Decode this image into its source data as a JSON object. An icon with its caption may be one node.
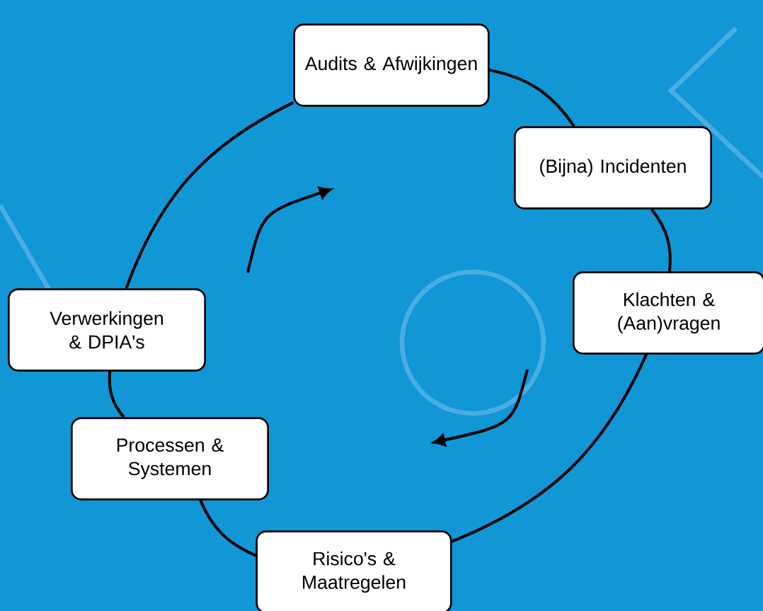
{
  "diagram": {
    "nodes": [
      {
        "text": [
          "Audits & Afwijkingen"
        ]
      },
      {
        "text": [
          "(Bijna) Incidenten"
        ]
      },
      {
        "text": [
          "Klachten & (Aan)vragen"
        ]
      },
      {
        "text": [
          "Verwerkingen & DPIA's"
        ]
      },
      {
        "text": [
          "Processen & Systemen"
        ]
      },
      {
        "text": [
          "Risico's & Maatregelen"
        ]
      }
    ],
    "edges": [
      {
        "from": 0,
        "to": 1,
        "arrow": "none"
      },
      {
        "from": 1,
        "to": 2,
        "arrow": "none"
      },
      {
        "from": 2,
        "to": 5,
        "arrow": "none"
      },
      {
        "from": 5,
        "to": 4,
        "arrow": "none"
      },
      {
        "from": 4,
        "to": 3,
        "arrow": "none"
      },
      {
        "from": 3,
        "to": 0,
        "arrow": "none"
      }
    ]
  }
}
